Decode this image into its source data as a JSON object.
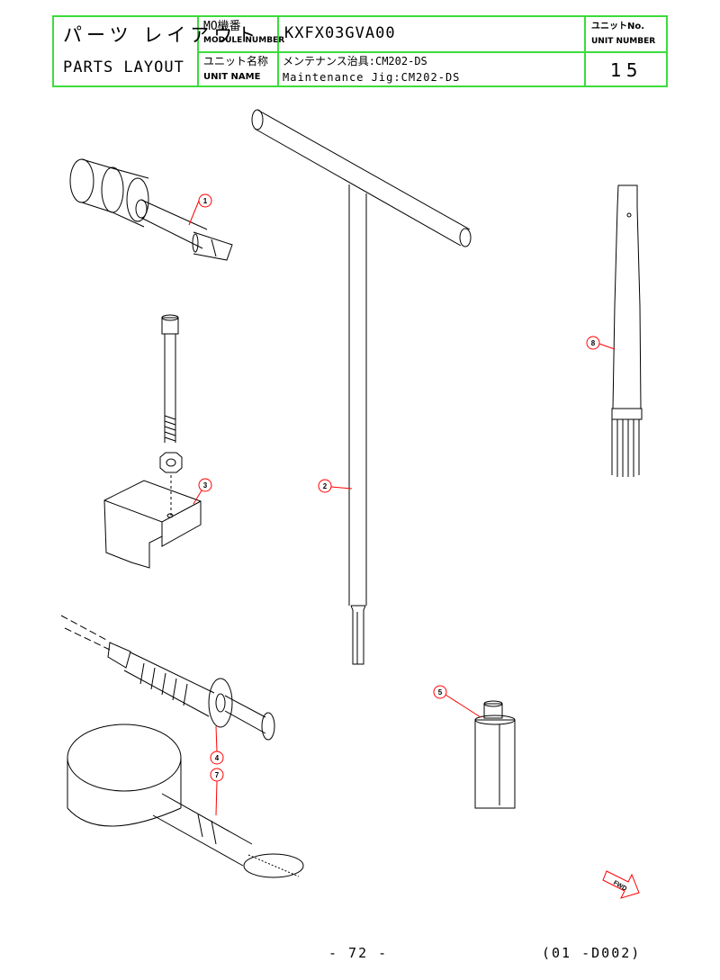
{
  "title_block": {
    "parts_layout_jp": "パーツ レイアウト",
    "parts_layout_en": "PARTS LAYOUT",
    "mo_label_jp": "MO機番",
    "mo_label_en": "MODULE NUMBER",
    "module_number": "KXFX03GVA00",
    "unit_no_label_jp": "ユニットNo.",
    "unit_no_label_en": "UNIT NUMBER",
    "unit_name_label_jp": "ユニット名称",
    "unit_name_label_en": "UNIT NAME",
    "unit_name_jp": "メンテナンス治具:CM202-DS",
    "unit_name_en": "Maintenance Jig:CM202-DS",
    "unit_number": "15"
  },
  "callouts": {
    "c1": "1",
    "c2": "2",
    "c3": "3",
    "c4": "4",
    "c5": "5",
    "c7": "7",
    "c8": "8"
  },
  "fwd_mark": "FWD",
  "footer": {
    "page": "- 72 -",
    "code": "(01 -D002)"
  },
  "colors": {
    "title_border": "#3cdc3c",
    "callout": "#ff0000",
    "drawing_line": "#000000"
  }
}
